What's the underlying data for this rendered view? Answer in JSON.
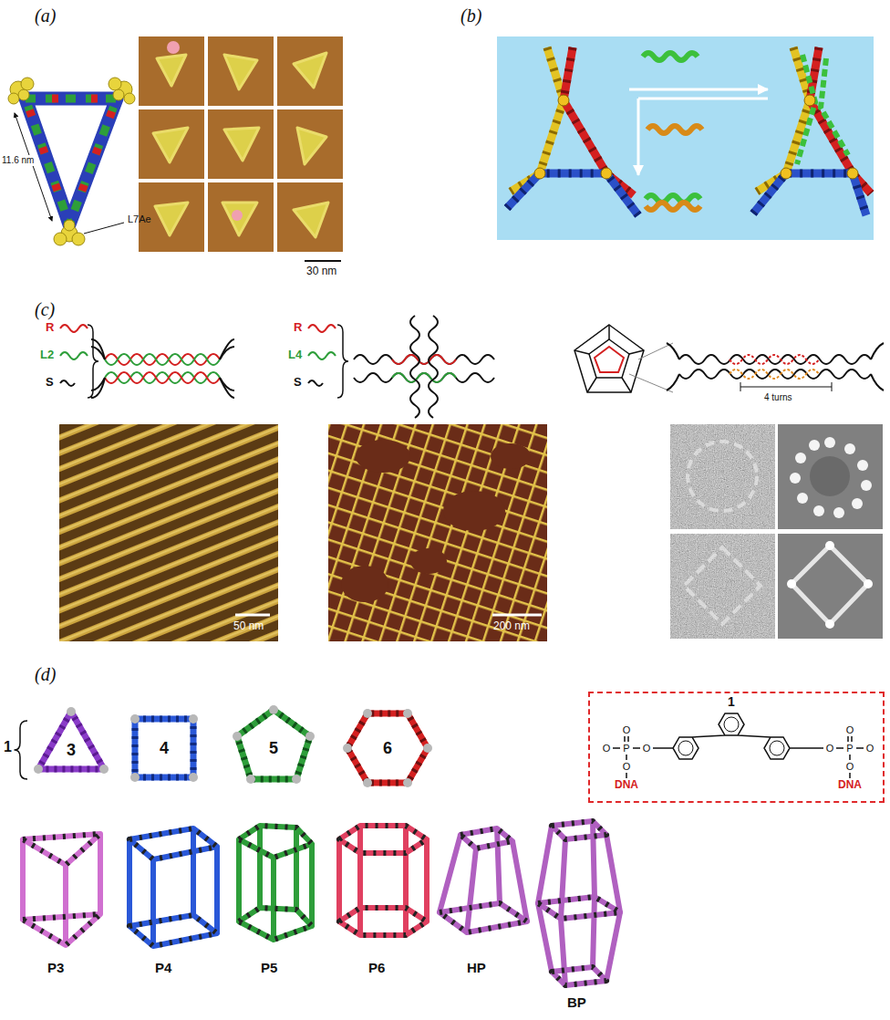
{
  "diagram": {
    "nodes": [
      {
        "text": [
          "1",
          "O",
          "O",
          "P",
          "O",
          "O",
          "DNA",
          "O",
          "O",
          "P",
          "O",
          "O",
          "DNA"
        ]
      }
    ],
    "labels": [
      "(a)",
      "11.6 nm",
      "L7Ae",
      "30 nm",
      "(b)",
      "(c)",
      "R",
      "L2",
      "S",
      "R",
      "L4",
      "S",
      "4 turns",
      "50 nm",
      "200 nm",
      "(d)",
      "1",
      "3",
      "4",
      "5",
      "6",
      "P3",
      "P4",
      "P5",
      "P6",
      "HP",
      "BP"
    ]
  }
}
